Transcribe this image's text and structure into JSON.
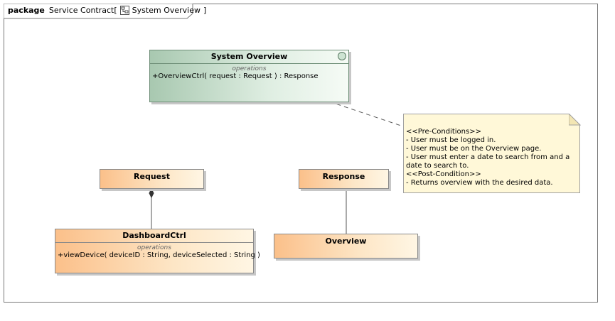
{
  "frame": {
    "keyword": "package",
    "name": "Service Contract",
    "bracket_open": "[",
    "diagram_name": "System Overview",
    "bracket_close": "]"
  },
  "system_overview": {
    "title": "System Overview",
    "ops_label": "operations",
    "operation": "+OverviewCtrl( request : Request ) : Response"
  },
  "note": {
    "lines": [
      "<<Pre-Conditions>>",
      "- User must be logged in.",
      "- User must be on the Overview page.",
      "- User must enter a date to search from and a",
      "date to search to.",
      "<<Post-Condition>>",
      "- Returns overview with the desired data."
    ]
  },
  "request": {
    "title": "Request"
  },
  "response": {
    "title": "Response"
  },
  "dashboard": {
    "title": "DashboardCtrl",
    "ops_label": "operations",
    "operation": "+viewDevice( deviceID : String, deviceSelected : String )"
  },
  "overview": {
    "title": "Overview"
  },
  "colors": {
    "class_fill": "#fde6c6",
    "interface_fill": "#dfeee2",
    "note_fill": "#fff8d8"
  }
}
